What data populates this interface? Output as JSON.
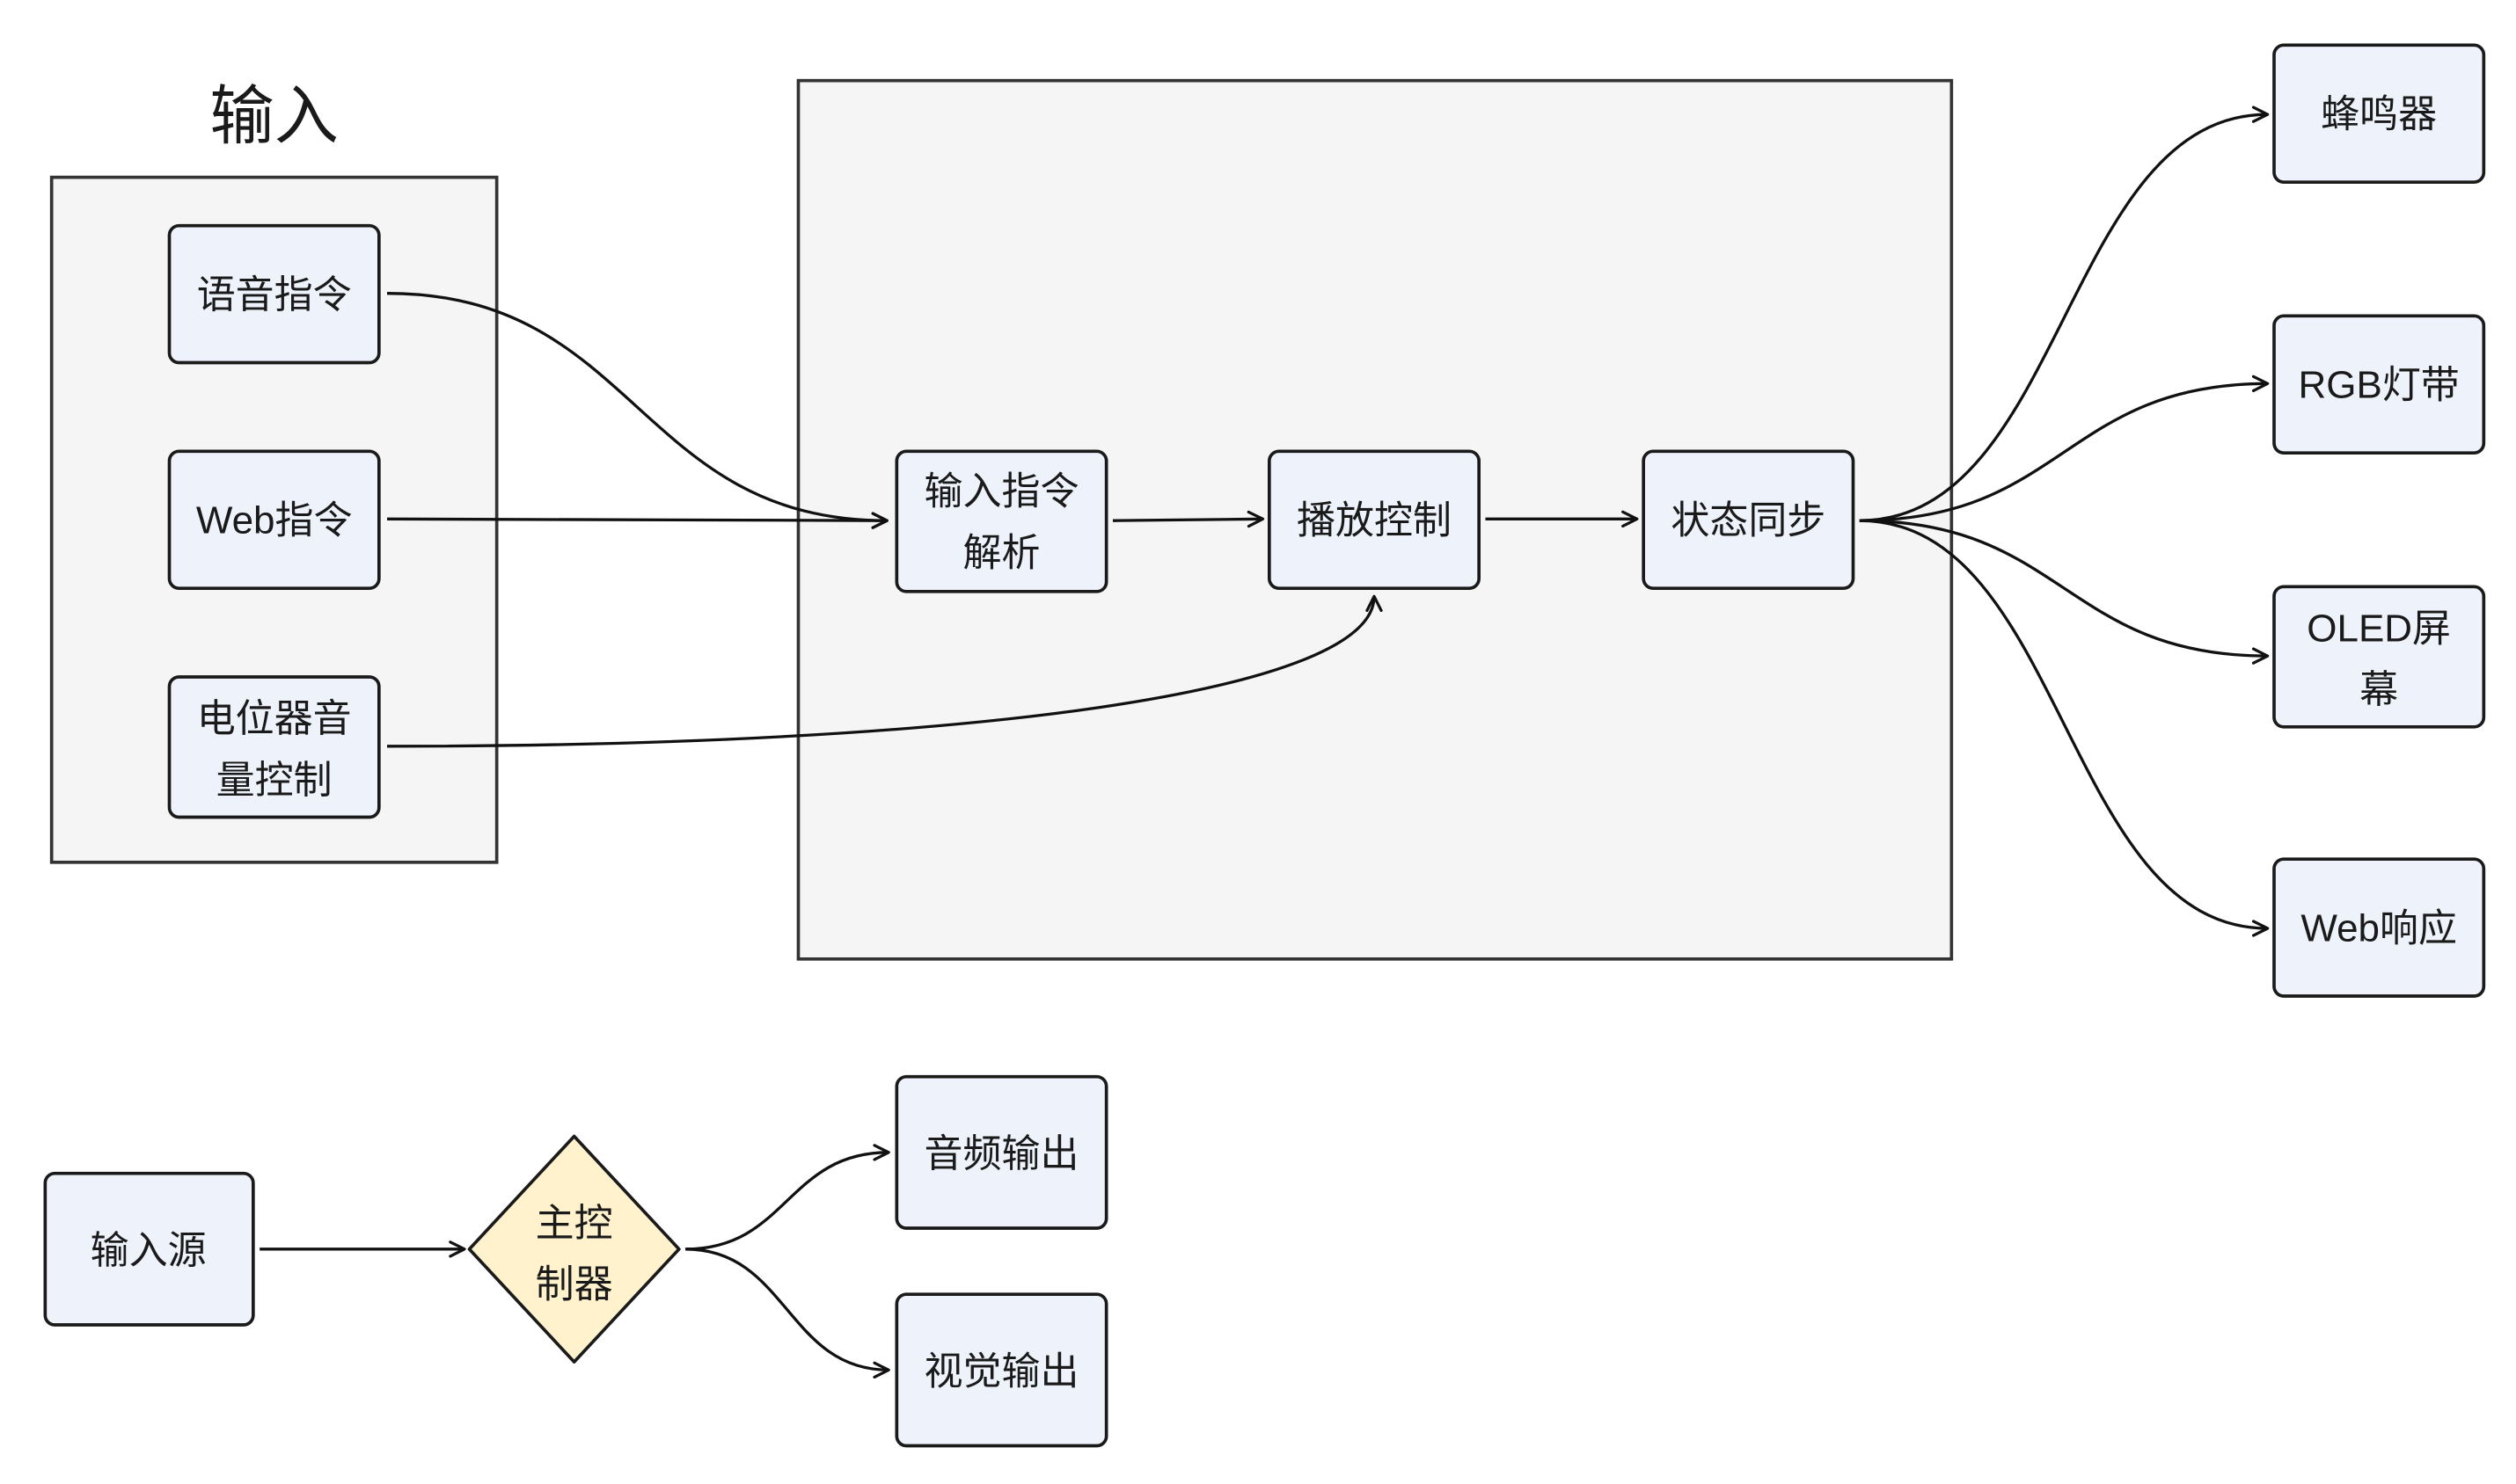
{
  "title": "输入",
  "colors": {
    "group_fill": "#f5f5f5",
    "node_fill": "#eef2fb",
    "decision_fill": "#fff2cc",
    "edge": "#111111"
  },
  "nodes": {
    "voice_command": [
      "语音指令"
    ],
    "web_command": [
      "Web指令"
    ],
    "potentiometer_volume": [
      "电位器音",
      "量控制"
    ],
    "input_parse": [
      "输入指令",
      "解析"
    ],
    "playback_control": [
      "播放控制"
    ],
    "state_sync": [
      "状态同步"
    ],
    "buzzer": [
      "蜂鸣器"
    ],
    "rgb_strip": [
      "RGB灯带"
    ],
    "oled_screen": [
      "OLED屏",
      "幕"
    ],
    "web_response": [
      "Web响应"
    ]
  },
  "legend": {
    "input_source": [
      "输入源"
    ],
    "main_controller": [
      "主控",
      "制器"
    ],
    "audio_output": [
      "音频输出"
    ],
    "visual_output": [
      "视觉输出"
    ]
  }
}
